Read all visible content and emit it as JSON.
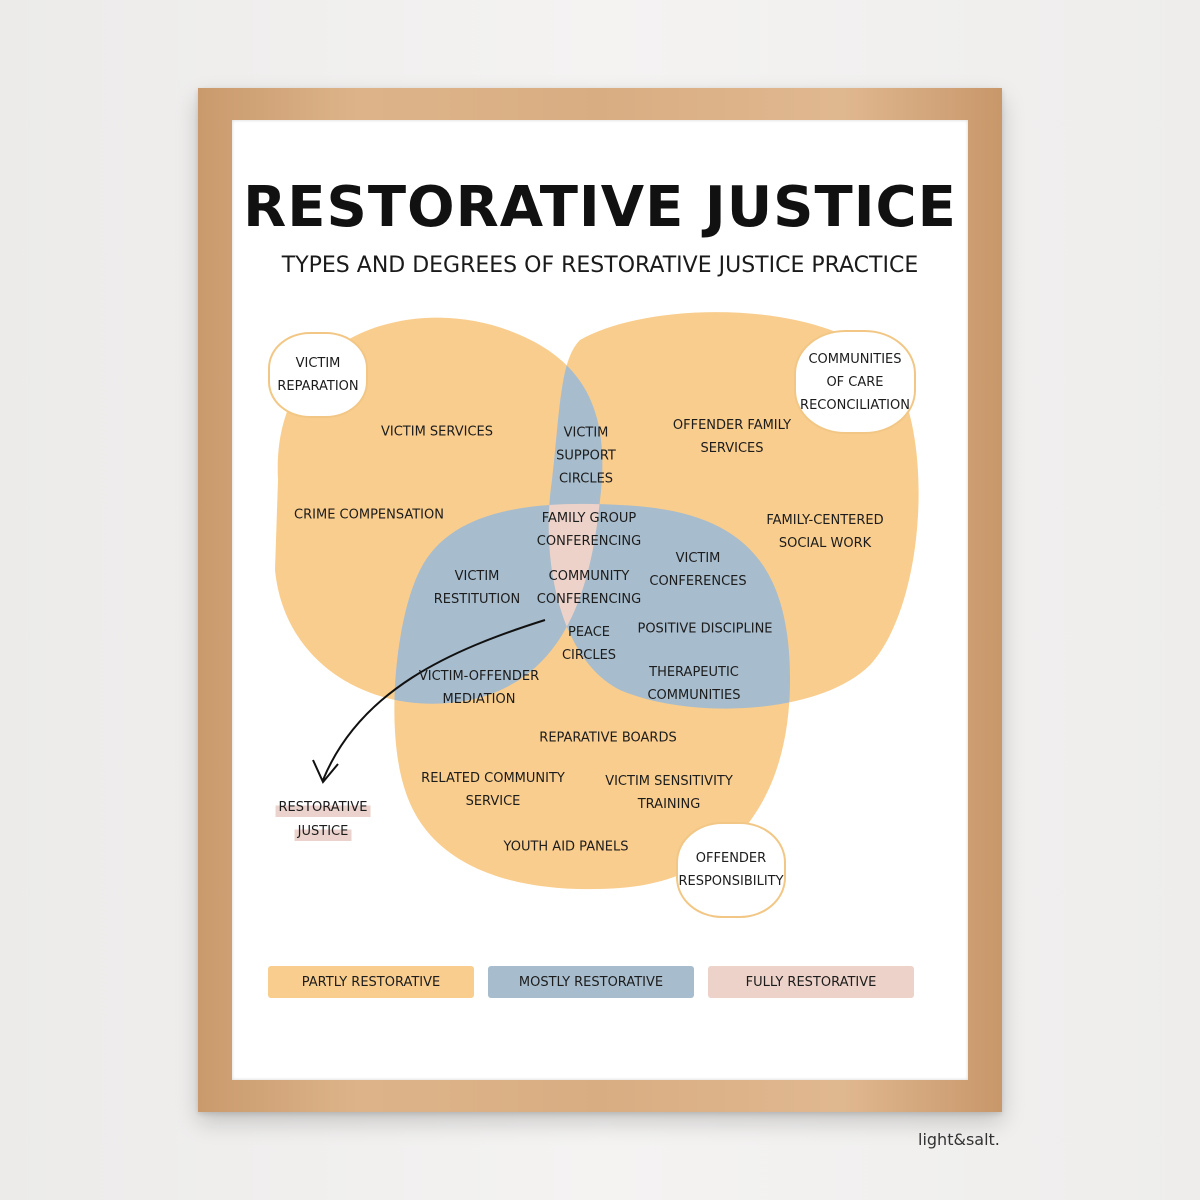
{
  "title": "RESTORATIVE JUSTICE",
  "subtitle": "TYPES AND DEGREES OF RESTORATIVE JUSTICE PRACTICE",
  "colors": {
    "partly": "#f9cd8d",
    "mostly": "#a7bccd",
    "fully": "#ecd2c8"
  },
  "badges": {
    "victim_reparation": "VICTIM\nREPARATION",
    "communities_of_care": "COMMUNITIES\nOF CARE\nRECONCILIATION",
    "offender_responsibility": "OFFENDER\nRESPONSIBILITY"
  },
  "partly": {
    "victim_services": "VICTIM SERVICES",
    "crime_compensation": "CRIME COMPENSATION",
    "offender_family_services": "OFFENDER FAMILY\nSERVICES",
    "family_centered_social_work": "FAMILY-CENTERED\nSOCIAL WORK",
    "reparative_boards": "REPARATIVE BOARDS",
    "related_community_service": "RELATED COMMUNITY\nSERVICE",
    "victim_sensitivity_training": "VICTIM SENSITIVITY\nTRAINING",
    "youth_aid_panels": "YOUTH AID PANELS"
  },
  "mostly": {
    "victim_support_circles": "VICTIM\nSUPPORT\nCIRCLES",
    "victim_restitution": "VICTIM\nRESTITUTION",
    "victim_offender_mediation": "VICTIM-OFFENDER\nMEDIATION",
    "victim_conferences": "VICTIM\nCONFERENCES",
    "positive_discipline": "POSITIVE DISCIPLINE",
    "therapeutic_communities": "THERAPEUTIC\nCOMMUNITIES"
  },
  "fully": {
    "family_group_conferencing": "FAMILY GROUP\nCONFERENCING",
    "community_conferencing": "COMMUNITY\nCONFERENCING",
    "peace_circles": "PEACE\nCIRCLES"
  },
  "callout": {
    "line1": "RESTORATIVE",
    "line2": "JUSTICE"
  },
  "legend": {
    "partly": "PARTLY RESTORATIVE",
    "mostly": "MOSTLY RESTORATIVE",
    "fully": "FULLY RESTORATIVE"
  },
  "signature": "light&salt."
}
